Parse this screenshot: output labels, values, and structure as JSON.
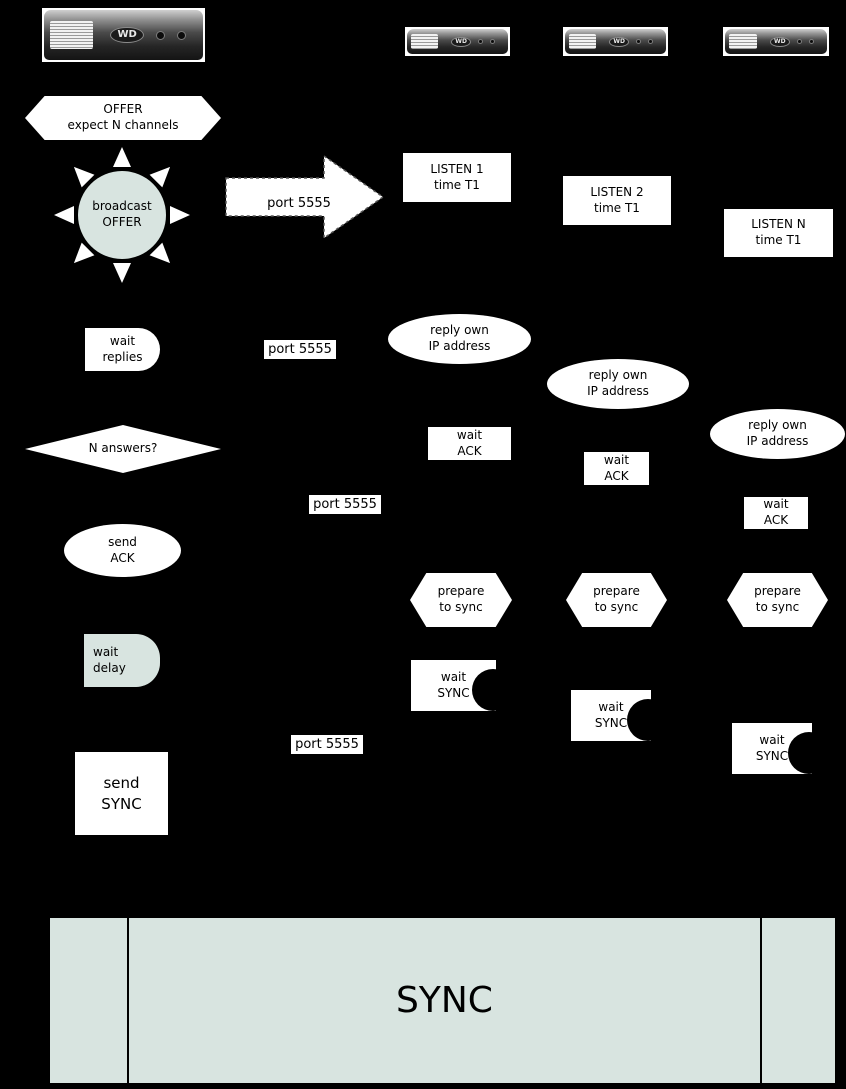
{
  "diagram": {
    "background_color": "#000000",
    "shape_color": "#ffffff",
    "accent_color": "#d8e4e0",
    "text_color": "#000000"
  },
  "devices": {
    "logo": "WD"
  },
  "server": {
    "offer_line1": "OFFER",
    "offer_line2": "expect N channels",
    "broadcast_line1": "broadcast",
    "broadcast_line2": "OFFER",
    "wait_replies_line1": "wait",
    "wait_replies_line2": "replies",
    "n_answers": "N answers?",
    "send_ack_line1": "send",
    "send_ack_line2": "ACK",
    "wait_delay_line1": "wait",
    "wait_delay_line2": "delay",
    "send_sync_line1": "send",
    "send_sync_line2": "SYNC"
  },
  "ports": {
    "arrow_label": "port 5555",
    "label1": "port 5555",
    "label2": "port 5555",
    "label3": "port 5555"
  },
  "clients": [
    {
      "listen_line1": "LISTEN 1",
      "listen_line2": "time T1",
      "reply_line1": "reply own",
      "reply_line2": "IP address",
      "wait_ack_line1": "wait",
      "wait_ack_line2": "ACK",
      "prepare_line1": "prepare",
      "prepare_line2": "to sync",
      "wait_sync_line1": "wait",
      "wait_sync_line2": "SYNC"
    },
    {
      "listen_line1": "LISTEN 2",
      "listen_line2": "time T1",
      "reply_line1": "reply own",
      "reply_line2": "IP address",
      "wait_ack_line1": "wait",
      "wait_ack_line2": "ACK",
      "prepare_line1": "prepare",
      "prepare_line2": "to sync",
      "wait_sync_line1": "wait",
      "wait_sync_line2": "SYNC"
    },
    {
      "listen_line1": "LISTEN N",
      "listen_line2": "time T1",
      "reply_line1": "reply own",
      "reply_line2": "IP address",
      "wait_ack_line1": "wait",
      "wait_ack_line2": "ACK",
      "prepare_line1": "prepare",
      "prepare_line2": "to sync",
      "wait_sync_line1": "wait",
      "wait_sync_line2": "SYNC"
    }
  ],
  "sync_bar": {
    "label": "SYNC"
  }
}
